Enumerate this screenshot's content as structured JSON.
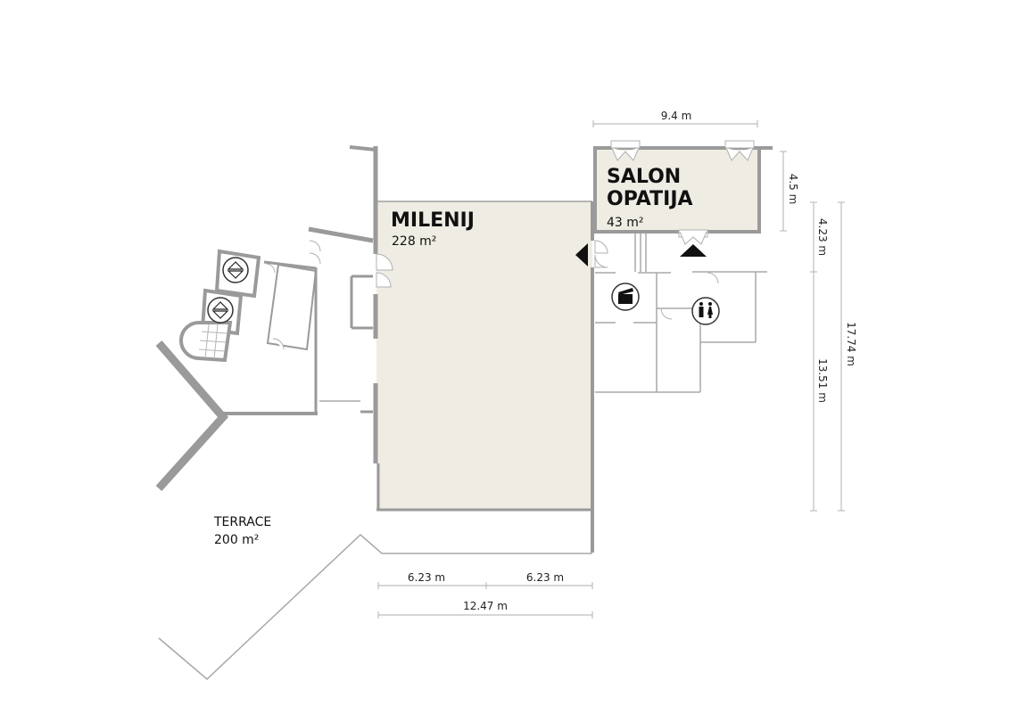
{
  "floor_plan": {
    "background": "#ffffff",
    "room_fill": "#efece3",
    "wall_color": "#9a9a9a",
    "rooms": [
      {
        "name": "MILENIJ",
        "area": "228 m²"
      },
      {
        "name_line1": "SALON",
        "name_line2": "OPATIJA",
        "area": "43 m²"
      },
      {
        "name": "TERRACE",
        "area": "200 m²"
      }
    ],
    "dimensions": {
      "salon_width": "9.4 m",
      "salon_depth": "4.5 m",
      "upper_segment": "4.23 m",
      "lower_segment": "13.51 m",
      "total_height": "17.74 m",
      "half_width_left": "6.23 m",
      "half_width_right": "6.23 m",
      "total_width": "12.47 m"
    },
    "icons": [
      {
        "name": "elevator-icon"
      },
      {
        "name": "elevator-icon"
      },
      {
        "name": "staircase-icon"
      },
      {
        "name": "av-control-room-icon"
      },
      {
        "name": "restroom-icon"
      },
      {
        "name": "entrance-arrow-left-icon"
      },
      {
        "name": "entrance-arrow-up-icon"
      }
    ]
  }
}
